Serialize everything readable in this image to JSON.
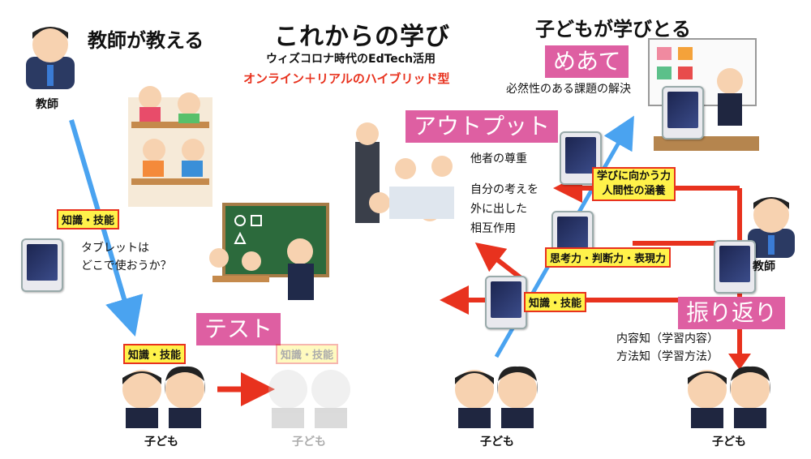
{
  "header": {
    "title": "これからの学び",
    "subtitle": "ウィズコロナ時代のEdTech活用",
    "tagline": "オンライン＋リアルのハイブリッド型",
    "accent": "#e8321e"
  },
  "left": {
    "heading": "教師が教える",
    "teacher_label": "教師",
    "badge_top": "知識・技能",
    "question_line1": "タブレットは",
    "question_line2": "どこで使おうか？",
    "test_label": "テスト",
    "badge_test": "知識・技能",
    "badge_faded": "知識・技能",
    "child_label": "子ども",
    "child_label_faded": "子ども"
  },
  "right": {
    "heading": "子どもが学びとる",
    "aim_label": "めあて",
    "aim_desc": "必然性のある課題の解決",
    "output_label": "アウトプット",
    "output_line1": "他者の尊重",
    "output_line2": "自分の考えを",
    "output_line3": "外に出した",
    "output_line4": "相互作用",
    "badge_attitude_line1": "学びに向かう力",
    "badge_attitude_line2": "人間性の涵養",
    "badge_thinking": "思考力・判断力・表現力",
    "badge_knowledge": "知識・技能",
    "teacher_label": "教師",
    "reflect_label": "振り返り",
    "reflect_line1": "内容知（学習内容）",
    "reflect_line2": "方法知（学習方法）",
    "child_label_center": "子ども",
    "child_label_right": "子ども"
  },
  "colors": {
    "pink": "#de5fa2",
    "yellow": "#fff24a",
    "blue": "#4aa3f0",
    "red": "#e8321e"
  }
}
